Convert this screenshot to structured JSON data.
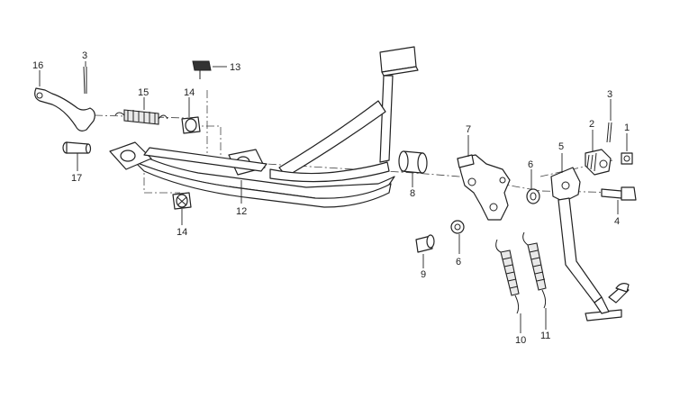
{
  "callouts": {
    "c1": "1",
    "c2": "2",
    "c3a": "3",
    "c3b": "3",
    "c4": "4",
    "c5": "5",
    "c6a": "6",
    "c6b": "6",
    "c7": "7",
    "c8": "8",
    "c9": "9",
    "c10": "10",
    "c11": "11",
    "c12": "12",
    "c13": "13",
    "c14a": "14",
    "c14b": "14",
    "c15": "15",
    "c16": "16",
    "c17": "17"
  }
}
